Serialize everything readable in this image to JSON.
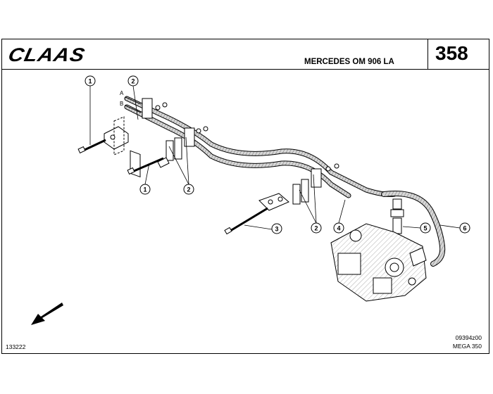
{
  "header": {
    "brand": "CLAAS",
    "model": "MERCEDES OM  906 LA",
    "page_number": "358"
  },
  "footer": {
    "left_code": "133222",
    "right_code": "09394z00",
    "right_model": "MEGA 350"
  },
  "callouts": {
    "c1a": "1",
    "c1b": "1",
    "c2a": "2",
    "c2b": "2",
    "c2c": "2",
    "c3": "3",
    "c4": "4",
    "c5": "5",
    "c6": "6"
  },
  "letters": {
    "a": "A",
    "b": "B"
  },
  "colors": {
    "ink": "#000000",
    "paper": "#ffffff",
    "hose_fill": "#bdbdbd"
  }
}
